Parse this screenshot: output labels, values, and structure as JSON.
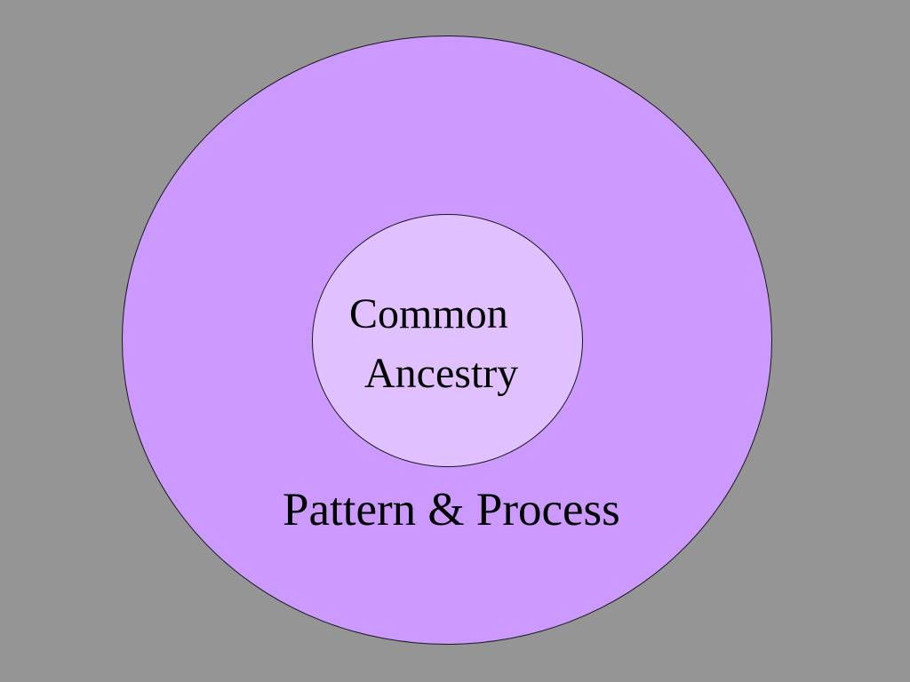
{
  "diagram": {
    "background_color": "#959595",
    "outer_circle": {
      "label": "Pattern & Process",
      "fill_color": "#cc99ff",
      "border_color": "#1a1a1a"
    },
    "inner_circle": {
      "label_lines": [
        "Common",
        "Ancestry"
      ],
      "fill_color": "#e1c0ff",
      "border_color": "#1a1a1a"
    }
  }
}
